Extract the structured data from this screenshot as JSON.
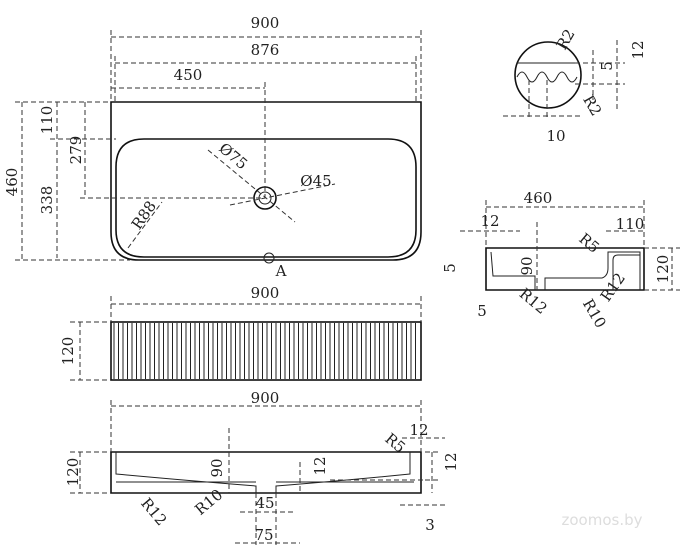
{
  "top_view": {
    "width_overall": "900",
    "width_inner": "876",
    "drain_offset": "450",
    "depth_overall": "460",
    "rear_deck": "110",
    "basin_depth": "338",
    "drain_depth": "279",
    "drain_outer": "Ø75",
    "drain_inner": "Ø45",
    "corner_radius": "R88",
    "detail_mark": "A"
  },
  "detail_a": {
    "r_top": "R2",
    "r_bottom": "R2",
    "depth_5": "5",
    "depth_12": "12",
    "pitch": "10"
  },
  "side_section": {
    "width": "460",
    "wall": "12",
    "deck": "110",
    "height": "120",
    "inner_depth": "90",
    "r5": "R5",
    "r12_right": "R12",
    "r12_left": "R12",
    "r10": "R10",
    "step_5_v": "5",
    "step_5_h": "5"
  },
  "front_view": {
    "width": "900",
    "height": "120"
  },
  "long_section": {
    "width": "900",
    "height": "120",
    "inner_depth": "90",
    "floor": "12",
    "wall": "12",
    "rim": "12",
    "r5": "R5",
    "r12": "R12",
    "r10": "R10",
    "drain_inner": "45",
    "drain_outer": "75",
    "gap": "3"
  },
  "watermark": "zoomos.by"
}
